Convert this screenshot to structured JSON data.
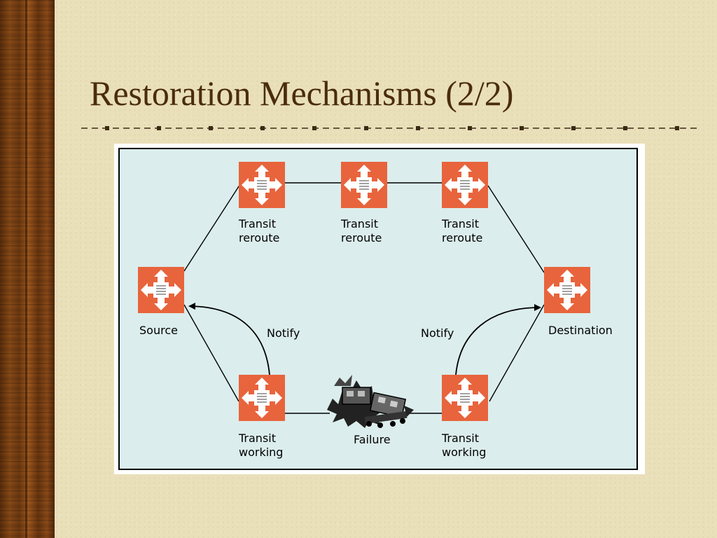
{
  "slide": {
    "title": "Restoration Mechanisms (2/2)"
  },
  "diagram": {
    "nodes": {
      "transit_reroute_1": {
        "line1": "Transit",
        "line2": "reroute"
      },
      "transit_reroute_2": {
        "line1": "Transit",
        "line2": "reroute"
      },
      "transit_reroute_3": {
        "line1": "Transit",
        "line2": "reroute"
      },
      "source": {
        "label": "Source"
      },
      "destination": {
        "label": "Destination"
      },
      "transit_working_1": {
        "line1": "Transit",
        "line2": "working"
      },
      "transit_working_2": {
        "line1": "Transit",
        "line2": "working"
      }
    },
    "notify_left": "Notify",
    "notify_right": "Notify",
    "failure": "Failure"
  },
  "colors": {
    "node": "#e8643c",
    "panel": "#dbedec",
    "title": "#4a2c0c"
  },
  "icons": {
    "node": "network-switch-icon",
    "failure": "wrecked-train-icon"
  }
}
